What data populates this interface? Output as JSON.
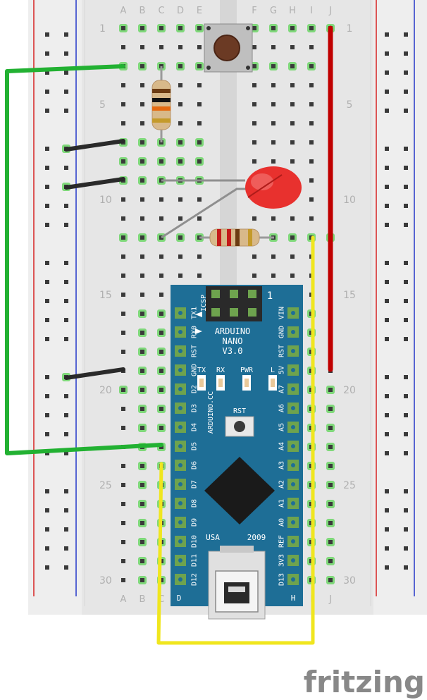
{
  "breadboard": {
    "column_labels": [
      "A",
      "B",
      "C",
      "D",
      "E",
      "F",
      "G",
      "H",
      "I",
      "J"
    ],
    "row_numbers": [
      "1",
      "5",
      "10",
      "15",
      "20",
      "25",
      "30"
    ]
  },
  "arduino": {
    "title_line1": "ARDUINO",
    "title_line2": "NANO",
    "title_line3": "V3.0",
    "icsp_label": "ICSP",
    "pin1_marker": "1",
    "tx1": "TX1",
    "rx0": "RX0",
    "led_labels": [
      "TX",
      "RX",
      "PWR",
      "L"
    ],
    "site_label": "ARDUINO.CC",
    "reset_label": "RST",
    "usa_label": "USA",
    "year_label": "2009",
    "left_pins": [
      "TX1",
      "RX0",
      "RST",
      "GND",
      "D2",
      "D3",
      "D4",
      "D5",
      "D6",
      "D7",
      "D8",
      "D9",
      "D10",
      "D11",
      "D12"
    ],
    "right_pins": [
      "VIN",
      "GND",
      "RST",
      "5V",
      "A7",
      "A6",
      "A5",
      "A4",
      "A3",
      "A2",
      "A1",
      "A0",
      "REF",
      "3V3",
      "D13"
    ],
    "corner_d": "D",
    "corner_h": "H"
  },
  "brand": {
    "logo_text": "fritzing"
  },
  "colors": {
    "board": "#e8e8e8",
    "nano": "#1e6e96",
    "wire_green": "#22b132",
    "wire_red": "#c00000",
    "wire_yellow": "#f0e61e",
    "wire_black": "#2a2a2a",
    "led": "#e8312e",
    "rail_red": "#d62020",
    "rail_blue": "#2436c8",
    "logo": "#888888"
  }
}
